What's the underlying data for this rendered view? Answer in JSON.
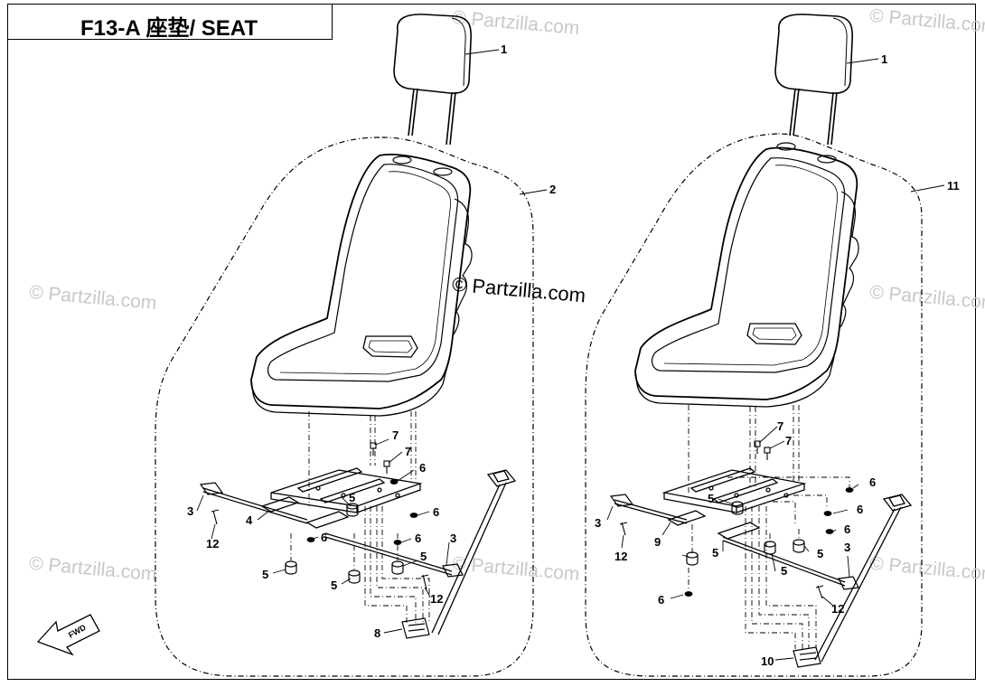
{
  "title": "F13-A 座垫/ SEAT",
  "watermark": {
    "text": "© Partzilla.com",
    "center_text": "© Partzilla.com"
  },
  "fwd_label": "FWD",
  "callouts": {
    "left": {
      "c1": "1",
      "c2": "2",
      "c3a": "3",
      "c3b": "3",
      "c4": "4",
      "c5a": "5",
      "c5b": "5",
      "c5c": "5",
      "c5d": "5",
      "c6a": "6",
      "c6b": "6",
      "c6c": "6",
      "c6d": "6",
      "c7a": "7",
      "c7b": "7",
      "c8": "8",
      "c12a": "12",
      "c12b": "12"
    },
    "right": {
      "c1": "1",
      "c11": "11",
      "c3a": "3",
      "c3b": "3",
      "c9": "9",
      "c10": "10",
      "c5a": "5",
      "c5b": "5",
      "c5c": "5",
      "c5d": "5",
      "c6a": "6",
      "c6b": "6",
      "c6c": "6",
      "c6d": "6",
      "c7a": "7",
      "c7b": "7",
      "c12a": "12",
      "c12b": "12"
    }
  }
}
